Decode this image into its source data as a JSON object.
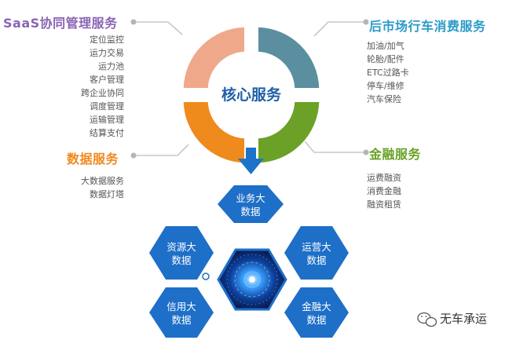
{
  "core": {
    "title": "核心服务"
  },
  "categories": {
    "saas": {
      "title": "SaaS协同管理服务",
      "color": "#8a64b3",
      "items": [
        "定位监控",
        "运力交易",
        "运力池",
        "客户管理",
        "跨企业协同",
        "调度管理",
        "运输管理",
        "结算支付"
      ]
    },
    "aftermarket": {
      "title": "后市场行车消费服务",
      "color": "#2a9ac9",
      "items": [
        "加油/加气",
        "轮胎/配件",
        "ETC过路卡",
        "停车/维修",
        "汽车保险"
      ]
    },
    "data": {
      "title": "数据服务",
      "color": "#ef8a1d",
      "items": [
        "大数据服务",
        "数据灯塔"
      ]
    },
    "finance": {
      "title": "金融服务",
      "color": "#6aa126",
      "items": [
        "运费融资",
        "消费金融",
        "融资租赁"
      ]
    }
  },
  "segments": {
    "top_left": "#efa88a",
    "top_right": "#5b8fa0",
    "bottom_left": "#ef8a1d",
    "bottom_right": "#6aa126"
  },
  "hexagons": {
    "business": {
      "line1": "业务大",
      "line2": "数据"
    },
    "resource": {
      "line1": "资源大",
      "line2": "数据"
    },
    "operation": {
      "line1": "运营大",
      "line2": "数据"
    },
    "credit": {
      "line1": "信用大",
      "line2": "数据"
    },
    "finance": {
      "line1": "金融大",
      "line2": "数据"
    }
  },
  "watermark": {
    "text": "无车承运",
    "icon": "wechat-icon"
  }
}
